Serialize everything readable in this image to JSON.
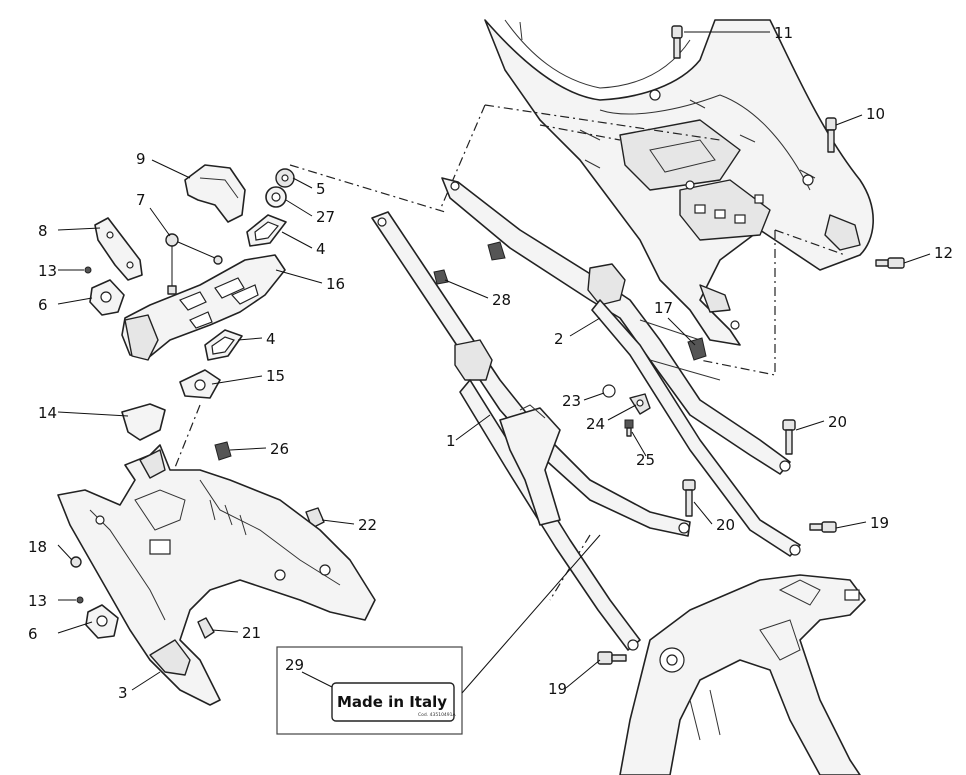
{
  "labels": {
    "l1": "1",
    "l2": "2",
    "l3": "3",
    "l4a": "4",
    "l4b": "4",
    "l5": "5",
    "l6a": "6",
    "l6b": "6",
    "l7": "7",
    "l8": "8",
    "l9": "9",
    "l10": "10",
    "l11": "11",
    "l12": "12",
    "l13a": "13",
    "l13b": "13",
    "l14": "14",
    "l15": "15",
    "l16": "16",
    "l17": "17",
    "l18": "18",
    "l19a": "19",
    "l19b": "19",
    "l20a": "20",
    "l20b": "20",
    "l21": "21",
    "l22": "22",
    "l23": "23",
    "l24": "24",
    "l25": "25",
    "l26": "26",
    "l27": "27",
    "l28": "28",
    "l29": "29"
  },
  "sticker": {
    "text": "Made in Italy",
    "small": "Cod. 43510491A"
  }
}
